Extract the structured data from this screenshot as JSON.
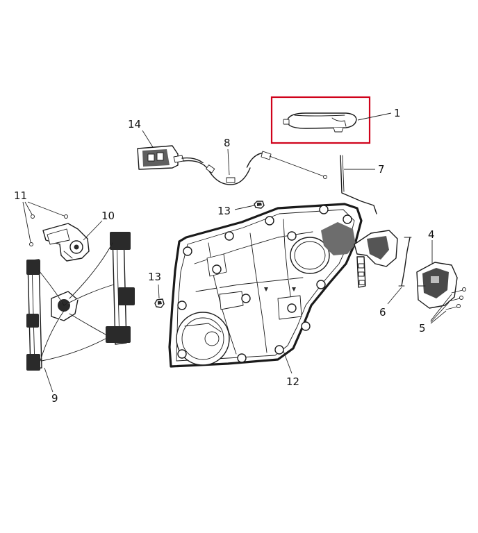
{
  "callouts": {
    "c1": "1",
    "c4": "4",
    "c5": "5",
    "c6": "6",
    "c7": "7",
    "c8": "8",
    "c9": "9",
    "c10": "10",
    "c11": "11",
    "c12": "12",
    "c13a": "13",
    "c13b": "13",
    "c14": "14"
  },
  "colors": {
    "highlight_box": "#d0021b",
    "line_art": "#1a1a1a",
    "background": "#ffffff"
  }
}
